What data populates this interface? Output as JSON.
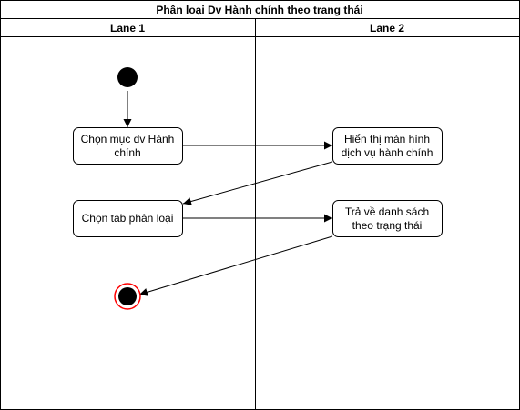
{
  "diagram": {
    "title": "Phân loại Dv Hành chính theo trang thái",
    "lanes": [
      {
        "label": "Lane 1"
      },
      {
        "label": "Lane 2"
      }
    ],
    "nodes": [
      {
        "id": "start",
        "kind": "initial"
      },
      {
        "id": "a1",
        "kind": "action",
        "lines": [
          "Chọn mục dv Hành",
          "chính"
        ]
      },
      {
        "id": "a2",
        "kind": "action",
        "lines": [
          "Hiển thị màn hình",
          "dịch vụ hành chính"
        ]
      },
      {
        "id": "a3",
        "kind": "action",
        "lines": [
          "Chọn tab phân loại"
        ]
      },
      {
        "id": "a4",
        "kind": "action",
        "lines": [
          "Trả về danh sách",
          "theo trạng thái"
        ]
      },
      {
        "id": "end",
        "kind": "final"
      }
    ],
    "edges": [
      {
        "from": "start",
        "to": "a1"
      },
      {
        "from": "a1",
        "to": "a2"
      },
      {
        "from": "a2",
        "to": "a3"
      },
      {
        "from": "a3",
        "to": "a4"
      },
      {
        "from": "a4",
        "to": "end"
      }
    ],
    "colors": {
      "stroke": "#000000",
      "fill": "#ffffff",
      "initial_fill": "#000000",
      "final_ring": "#ff0000"
    }
  }
}
